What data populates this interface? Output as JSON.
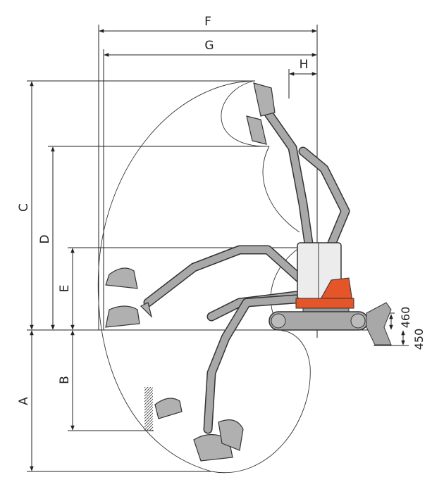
{
  "diagram": {
    "title_dims": {
      "F": "F",
      "G": "G",
      "H": "H",
      "C": "C",
      "D": "D",
      "E": "E",
      "A": "A",
      "B": "B"
    },
    "blade": {
      "lift_height": "460",
      "drop_depth": "450"
    },
    "colors": {
      "body_accent": "#e4552a",
      "machine_gray": "#a8a8a8",
      "line": "#222222"
    }
  }
}
